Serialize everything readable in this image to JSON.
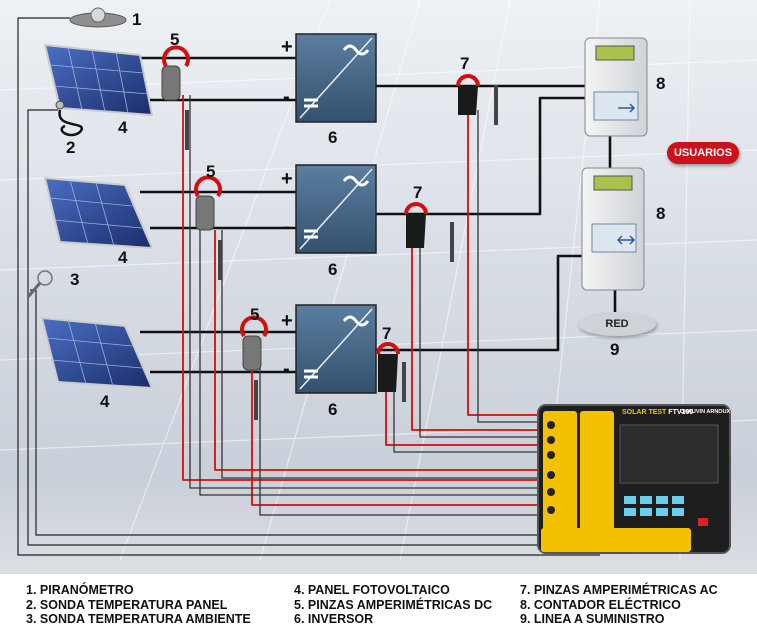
{
  "labels": {
    "n1": "1",
    "n2": "2",
    "n3": "3",
    "n4a": "4",
    "n4b": "4",
    "n4c": "4",
    "n5a": "5",
    "n5b": "5",
    "n5c": "5",
    "n6a": "6",
    "n6b": "6",
    "n6c": "6",
    "n7a": "7",
    "n7b": "7",
    "n7c": "7",
    "n8a": "8",
    "n8b": "8",
    "n9": "9",
    "plus": "+",
    "minus": "-"
  },
  "badges": {
    "usuarios": "USUARIOS",
    "red": "RED"
  },
  "device": {
    "brand": "SOLAR TEST",
    "model": "FTV100",
    "maker": "CHAUVIN ARNOUX"
  },
  "legend": {
    "col1": [
      "1. PIRANÓMETRO",
      "2. SONDA TEMPERATURA PANEL",
      "3. SONDA TEMPERATURA AMBIENTE"
    ],
    "col2": [
      "4. PANEL FOTOVOLTAICO",
      "5. PINZAS AMPERIMÉTRICAS DC",
      "6. INVERSOR"
    ],
    "col3": [
      "7. PINZAS AMPERIMÉTRICAS AC",
      "8. CONTADOR ELÉCTRICO",
      "9. LINEA A SUMINISTRO"
    ]
  },
  "colors": {
    "wire_dc": "#d01010",
    "wire_black": "#111111",
    "inverter": "#3e5f7e",
    "panel": "#2b3f86",
    "device": "#1e1e1e",
    "terminal": "#f2c200"
  }
}
